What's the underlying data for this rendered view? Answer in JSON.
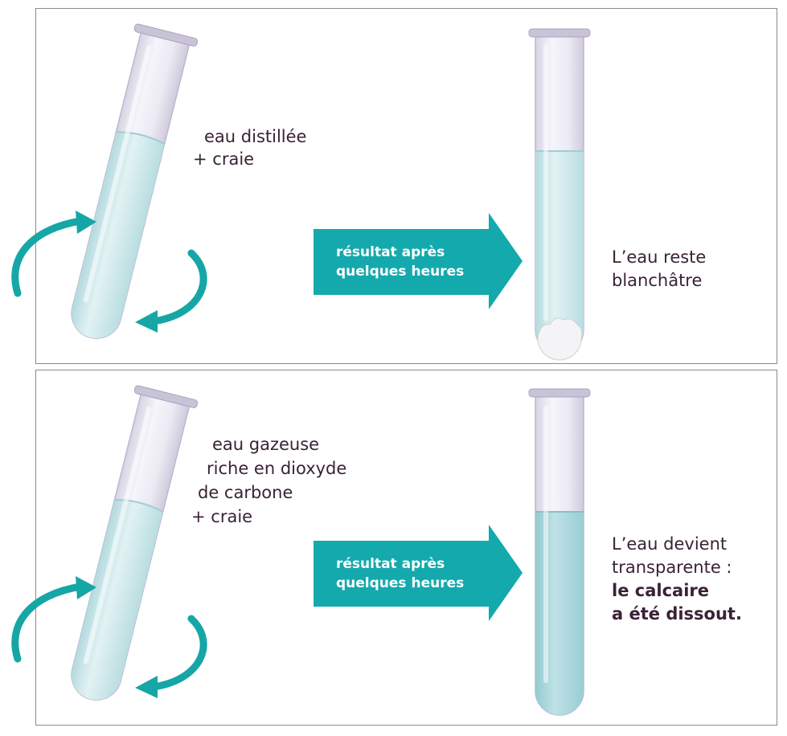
{
  "experiment_top": {
    "mixture_label_lines": [
      "eau distillée",
      "+ craie"
    ],
    "arrow_label_lines": [
      "résultat après",
      "quelques heures"
    ],
    "result_lines": [
      "L’eau reste",
      "blanchâtre"
    ]
  },
  "experiment_bottom": {
    "mixture_label_lines": [
      "eau gazeuse",
      "riche en dioxyde",
      "de carbone",
      "+ craie"
    ],
    "arrow_label_lines": [
      "résultat après",
      "quelques heures"
    ],
    "result_lines": [
      "L’eau devient",
      "transparente :"
    ],
    "result_bold_lines": [
      "le calcaire",
      "a été dissout."
    ]
  },
  "colors": {
    "arrow_teal": "#14a9ad",
    "stir_arrow": "#16a6a6",
    "liquid": "#c9e6e9",
    "tube_glass": "#e6e4ef",
    "tube_rim": "#c9c3d8",
    "text": "#3a2236"
  }
}
